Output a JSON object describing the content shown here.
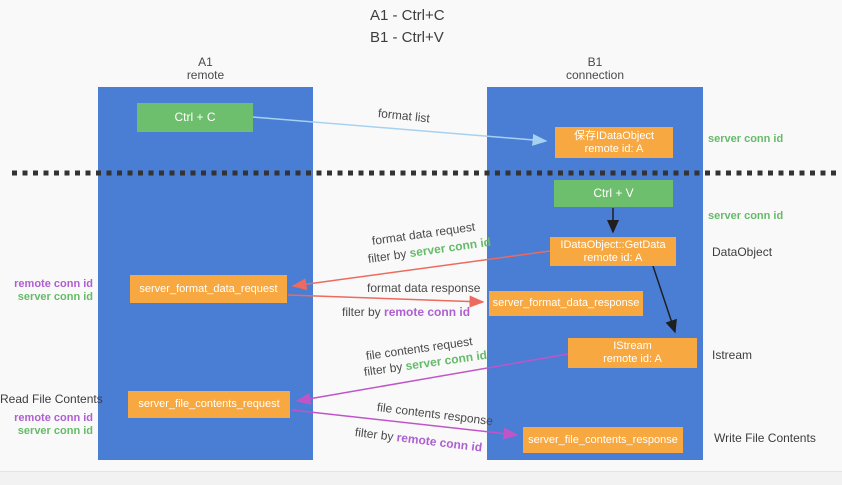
{
  "title": {
    "line1": "A1 - Ctrl+C",
    "line2": "B1 - Ctrl+V"
  },
  "columns": {
    "a1": {
      "name": "A1",
      "subtitle": "remote"
    },
    "b1": {
      "name": "B1",
      "subtitle": "connection"
    }
  },
  "nodes": {
    "ctrl_c": "Ctrl + C",
    "ctrl_v": "Ctrl + V",
    "save_idataobject": {
      "line1": "保存IDataObject",
      "line2": "remote id: A"
    },
    "getdata": {
      "line1": "IDataObject::GetData",
      "line2": "remote id: A"
    },
    "istream": {
      "line1": "IStream",
      "line2": "remote id: A"
    },
    "format_request": "server_format_data_request",
    "format_response": "server_format_data_response",
    "file_request": "server_file_contents_request",
    "file_response": "server_file_contents_response"
  },
  "flow_labels": {
    "format_list": "format list",
    "format_data_request": "format data request",
    "format_data_response": "format data response",
    "file_contents_request": "file contents request",
    "file_contents_response": "file contents response",
    "filter_by": "filter by",
    "server_conn_id": "server conn id",
    "remote_conn_id": "remote conn id"
  },
  "annotations": {
    "right_server_conn_id_top": "server conn id",
    "right_server_conn_id_mid": "server conn id",
    "dataobject": "DataObject",
    "istream": "Istream",
    "write_file_contents": "Write File Contents",
    "read_file_contents": "Read File Contents",
    "left_remote_conn_id_top": "remote conn id",
    "left_server_conn_id_top": "server conn id",
    "left_remote_conn_id_bottom": "remote conn id",
    "left_server_conn_id_bottom": "server conn id"
  },
  "colors": {
    "bg": "#f9f9f9",
    "column-blue": "#4a7dd4",
    "box-green": "#6dbf6d",
    "box-orange": "#f7a840",
    "text-green": "#66bb6a",
    "text-purple": "#ae5fd0",
    "arrow-lightblue": "#a6d2f0",
    "arrow-red": "#ec6a5e",
    "arrow-magenta": "#c055c8",
    "arrow-black": "#1f1f1f",
    "divider-black": "#333333"
  }
}
